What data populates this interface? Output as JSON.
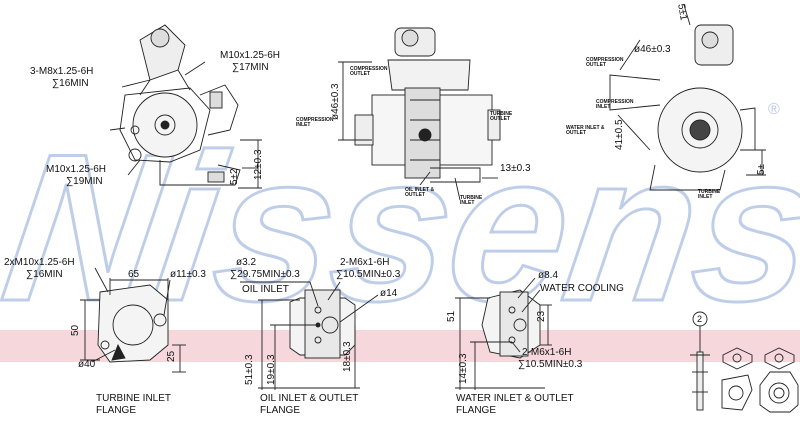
{
  "brand": {
    "watermark": "Nissens",
    "registered_mark": "®",
    "watermark_color": "#b9c9e6",
    "band_color": "#f5d7dc"
  },
  "top_left_view": {
    "bolt_callout": "3-M8x1.25-6H",
    "bolt_depth": "∑16MIN",
    "thread_top": "M10x1.25-6H",
    "thread_top_depth": "∑17MIN",
    "thread_bottom": "M10x1.25-6H",
    "thread_bottom_depth": "∑19MIN",
    "dim_5": "5±2",
    "dim_12": "12±0.3"
  },
  "top_middle_view": {
    "dia_46": "ø46±0.3",
    "compression_outlet": "COMPRESSION OUTLET",
    "compression_inlet": "COMPRESSION INLET",
    "turbine_outlet": "TURBINE OUTLET",
    "oil_inlet_outlet": "OIL INLET & OUTLET",
    "turbine_inlet": "TURBINE INLET",
    "dim_13": "13±0.3"
  },
  "top_right_view": {
    "compression_outlet": "COMPRESSION OUTLET",
    "dia_46": "ø46±0.3",
    "dim_5_top": "5±1",
    "dim_41": "41±0.5",
    "water_inlet_outlet": "WATER INLET & OUTLET",
    "turbine_inlet": "TURBINE INLET",
    "dim_5_right": "5±",
    "compression_inlet": "COMPRESSION INLET"
  },
  "turbine_flange": {
    "thread": "2xM10x1.25-6H",
    "depth": "∑16MIN",
    "dim_65": "65",
    "dia_11": "ø11±0.3",
    "dim_50": "50",
    "dia_40": "ø40",
    "dim_25": "25",
    "caption_line1": "TURBINE INLET",
    "caption_line2": "FLANGE"
  },
  "oil_flange": {
    "dia_32": "ø3.2",
    "depth_2975": "∑29.75MIN±0.3",
    "thread": "2-M6x1-6H",
    "depth_105": "∑10.5MIN±0.3",
    "oil_inlet": "OIL INLET",
    "dia_14": "ø14",
    "dim_51": "51±0.3",
    "dim_19": "19±0.3",
    "dim_18": "18±0.3",
    "caption_line1": "OIL INLET & OUTLET",
    "caption_line2": "FLANGE"
  },
  "water_flange": {
    "dia_84": "ø8.4",
    "water_cooling": "WATER COOLING",
    "dim_51": "51",
    "dim_23": "23",
    "dim_14": "14±0.3",
    "thread": "2-M6x1-6H",
    "depth": "∑10.5MIN±0.3",
    "caption_line1": "WATER INLET & OUTLET",
    "caption_line2": "FLANGE"
  },
  "gasket_kit": {
    "callout_number": "2"
  }
}
